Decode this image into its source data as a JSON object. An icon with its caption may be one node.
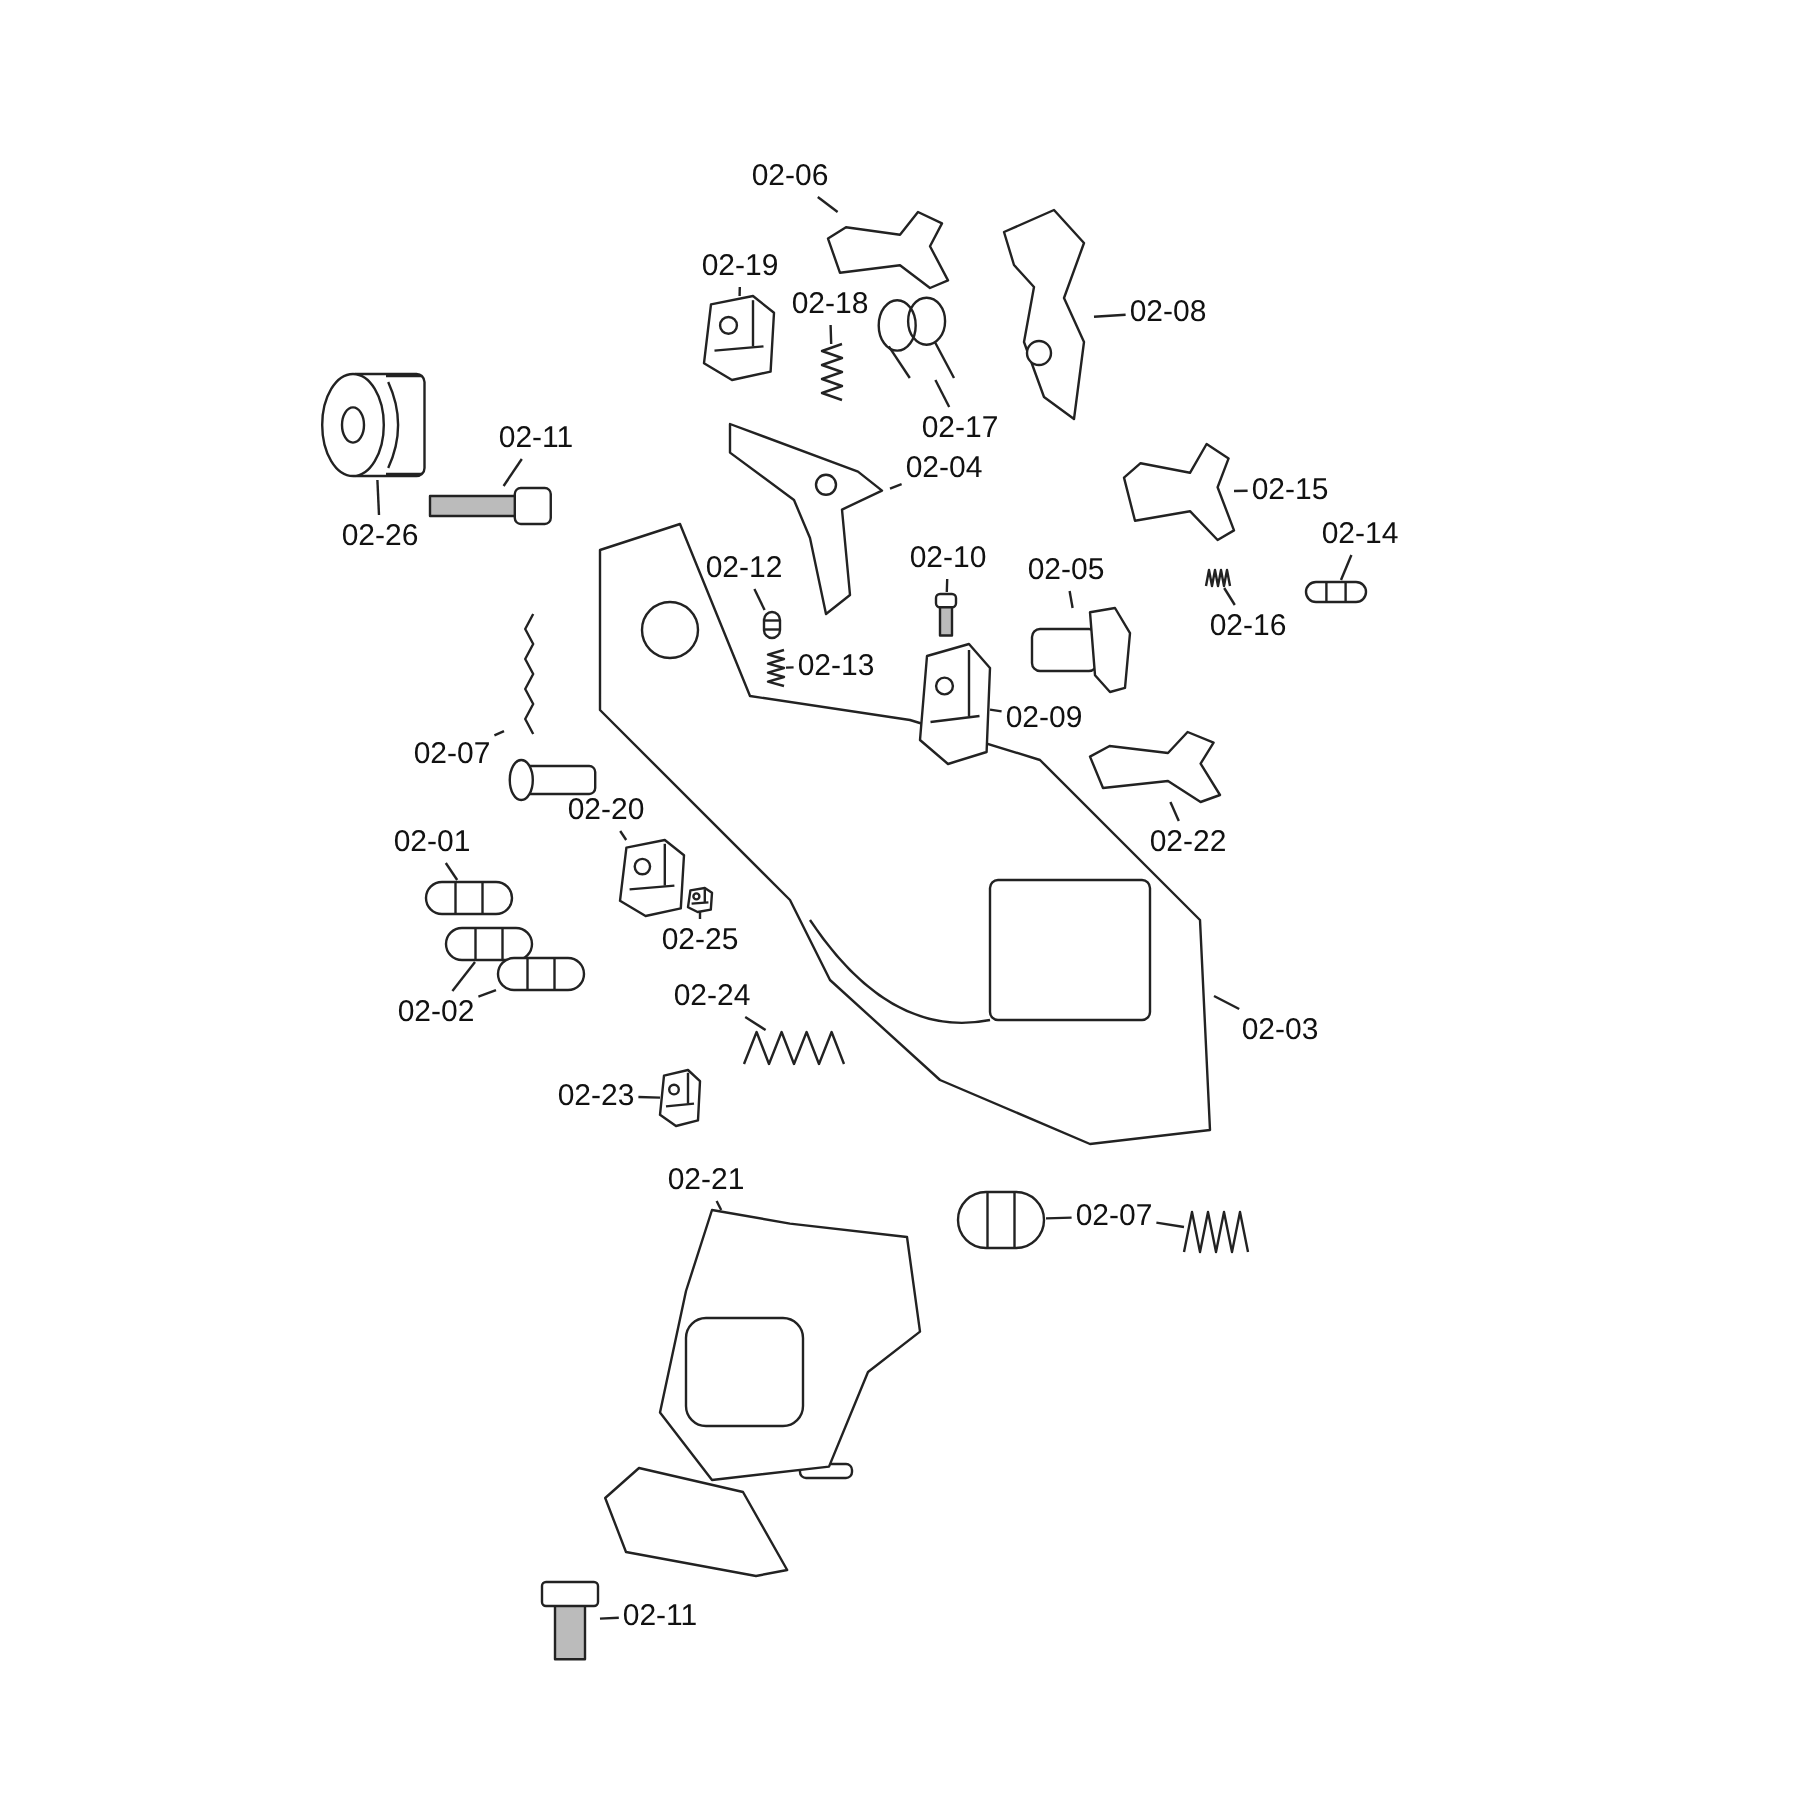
{
  "diagram": {
    "nodes": [
      {
        "text": [
          "02-06"
        ]
      },
      {
        "text": [],
        "shape": "picture"
      },
      {
        "text": [
          "02-19"
        ]
      },
      {
        "text": [],
        "shape": "picture"
      },
      {
        "text": [
          "02-18"
        ]
      },
      {
        "text": [],
        "shape": "picture"
      },
      {
        "text": [
          "02-08"
        ]
      },
      {
        "text": [],
        "shape": "picture"
      },
      {
        "text": [
          "02-17"
        ]
      },
      {
        "text": [],
        "shape": "picture"
      },
      {
        "text": [
          "02-04"
        ]
      },
      {
        "text": [],
        "shape": "picture"
      },
      {
        "text": [
          "02-11"
        ]
      },
      {
        "text": [],
        "shape": "picture"
      },
      {
        "text": [
          "02-15"
        ]
      },
      {
        "text": [],
        "shape": "picture"
      },
      {
        "text": [
          "02-26"
        ]
      },
      {
        "text": [],
        "shape": "picture"
      },
      {
        "text": [
          "02-14"
        ]
      },
      {
        "text": [],
        "shape": "picture"
      },
      {
        "text": [
          "02-12"
        ]
      },
      {
        "text": [],
        "shape": "picture"
      },
      {
        "text": [
          "02-10"
        ]
      },
      {
        "text": [],
        "shape": "picture"
      },
      {
        "text": [
          "02-05"
        ]
      },
      {
        "text": [],
        "shape": "picture"
      },
      {
        "text": [
          "02-16"
        ]
      },
      {
        "text": [],
        "shape": "picture"
      },
      {
        "text": [
          "02-13"
        ]
      },
      {
        "text": [],
        "shape": "picture"
      },
      {
        "text": [
          "02-09"
        ]
      },
      {
        "text": [],
        "shape": "picture"
      },
      {
        "text": [
          "02-07"
        ]
      },
      {
        "text": [],
        "shape": "picture"
      },
      {
        "text": [
          "02-22"
        ]
      },
      {
        "text": [],
        "shape": "picture"
      },
      {
        "text": [
          "02-20"
        ]
      },
      {
        "text": [],
        "shape": "picture"
      },
      {
        "text": [
          "02-01"
        ]
      },
      {
        "text": [],
        "shape": "picture"
      },
      {
        "text": [
          "02-25"
        ]
      },
      {
        "text": [],
        "shape": "picture"
      },
      {
        "text": [
          "02-02"
        ]
      },
      {
        "text": [],
        "shape": "picture"
      },
      {
        "text": [],
        "shape": "picture"
      },
      {
        "text": [
          "02-03"
        ]
      },
      {
        "text": [],
        "shape": "picture"
      },
      {
        "text": [
          "02-24"
        ]
      },
      {
        "text": [],
        "shape": "picture"
      },
      {
        "text": [
          "02-23"
        ]
      },
      {
        "text": [],
        "shape": "picture"
      },
      {
        "text": [
          "02-21"
        ]
      },
      {
        "text": [],
        "shape": "picture"
      },
      {
        "text": [
          "02-07"
        ]
      },
      {
        "text": [],
        "shape": "picture"
      },
      {
        "text": [],
        "shape": "picture"
      },
      {
        "text": [
          "02-11"
        ]
      },
      {
        "text": [],
        "shape": "picture"
      }
    ],
    "edges": [
      {
        "from": 0,
        "to": 1,
        "arrow": "none"
      },
      {
        "from": 2,
        "to": 3,
        "arrow": "none"
      },
      {
        "from": 4,
        "to": 5,
        "arrow": "none"
      },
      {
        "from": 6,
        "to": 7,
        "arrow": "none"
      },
      {
        "from": 8,
        "to": 9,
        "arrow": "none"
      },
      {
        "from": 10,
        "to": 11,
        "arrow": "none"
      },
      {
        "from": 12,
        "to": 13,
        "arrow": "none"
      },
      {
        "from": 14,
        "to": 15,
        "arrow": "none"
      },
      {
        "from": 16,
        "to": 17,
        "arrow": "none"
      },
      {
        "from": 18,
        "to": 19,
        "arrow": "none"
      },
      {
        "from": 20,
        "to": 21,
        "arrow": "none"
      },
      {
        "from": 22,
        "to": 23,
        "arrow": "none"
      },
      {
        "from": 24,
        "to": 25,
        "arrow": "none"
      },
      {
        "from": 26,
        "to": 27,
        "arrow": "none"
      },
      {
        "from": 28,
        "to": 29,
        "arrow": "none"
      },
      {
        "from": 30,
        "to": 31,
        "arrow": "none"
      },
      {
        "from": 32,
        "to": 33,
        "arrow": "none"
      },
      {
        "from": 34,
        "to": 35,
        "arrow": "none"
      },
      {
        "from": 36,
        "to": 37,
        "arrow": "none"
      },
      {
        "from": 38,
        "to": 39,
        "arrow": "none"
      },
      {
        "from": 40,
        "to": 41,
        "arrow": "none"
      },
      {
        "from": 42,
        "to": 43,
        "arrow": "none"
      },
      {
        "from": 42,
        "to": 44,
        "arrow": "none"
      },
      {
        "from": 45,
        "to": 46,
        "arrow": "none"
      },
      {
        "from": 47,
        "to": 48,
        "arrow": "none"
      },
      {
        "from": 49,
        "to": 50,
        "arrow": "none"
      },
      {
        "from": 51,
        "to": 52,
        "arrow": "none"
      },
      {
        "from": 53,
        "to": 54,
        "arrow": "none"
      },
      {
        "from": 53,
        "to": 55,
        "arrow": "none"
      },
      {
        "from": 56,
        "to": 57,
        "arrow": "none"
      }
    ]
  }
}
